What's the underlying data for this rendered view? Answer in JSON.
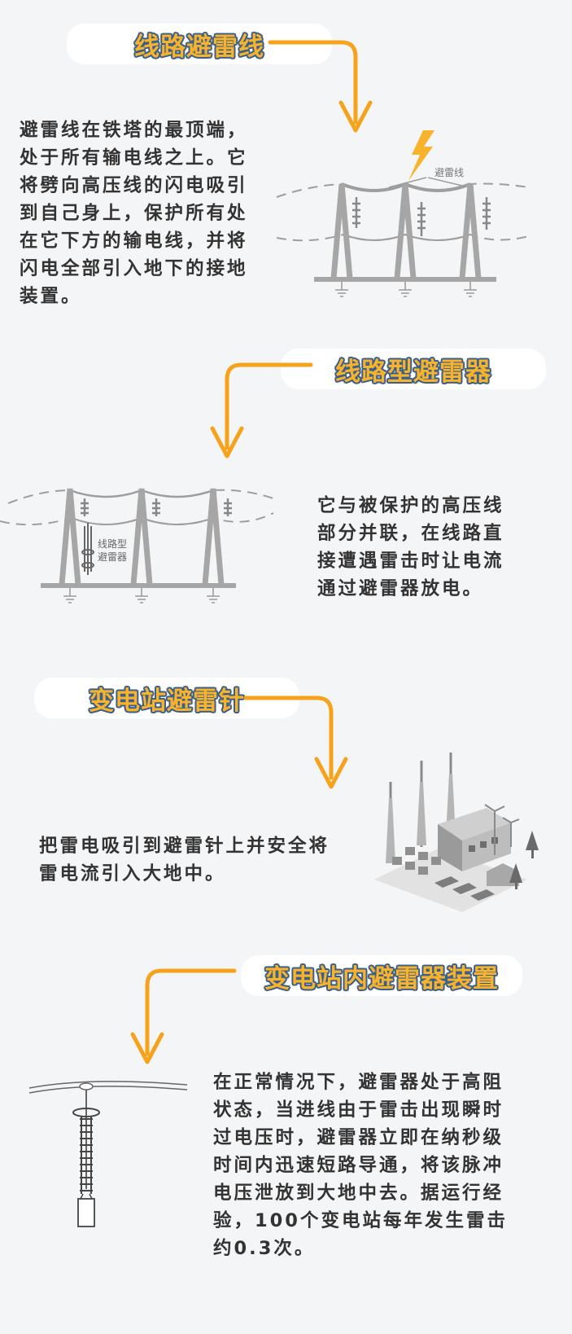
{
  "sections": [
    {
      "title": "线路避雷线",
      "body_lines": [
        "避雷线在铁塔的最顶端，",
        "处于所有输电线之上。它",
        "将劈向高压线的闪电吸引",
        "到自己身上，保护所有处",
        "在它下方的输电线，并将",
        "闪电全部引入地下的接地",
        "装置。"
      ],
      "diagram_label": "避雷线"
    },
    {
      "title": "线路型避雷器",
      "body_lines": [
        "它与被保护的高压线",
        "部分并联，在线路直",
        "接遭遇雷击时让电流",
        "通过避雷器放电。"
      ],
      "diagram_label_lines": [
        "线路型",
        "避雷器"
      ]
    },
    {
      "title": "变电站避雷针",
      "body_lines": [
        "把雷电吸引到避雷针上并安全将",
        "雷电流引入大地中。"
      ]
    },
    {
      "title": "变电站内避雷器装置",
      "body_lines": [
        "在正常情况下，避雷器处于高阻",
        "状态，当进线由于雷击出现瞬时",
        "过电压时，避雷器立即在纳秒级",
        "时间内迅速短路导通，将该脉冲",
        "电压泄放到大地中去。据运行经",
        "验，100个变电站每年发生雷击",
        "约0.3次。"
      ]
    }
  ],
  "colors": {
    "accent": "#f7a21b",
    "title_fill": "#f7b32b",
    "title_outline": "#3b5f8c",
    "text": "#333333",
    "art": "#9e9e9e",
    "background": "#f4f5f7"
  },
  "icons": [
    "lightning-icon",
    "ground-icon",
    "curved-arrow"
  ]
}
